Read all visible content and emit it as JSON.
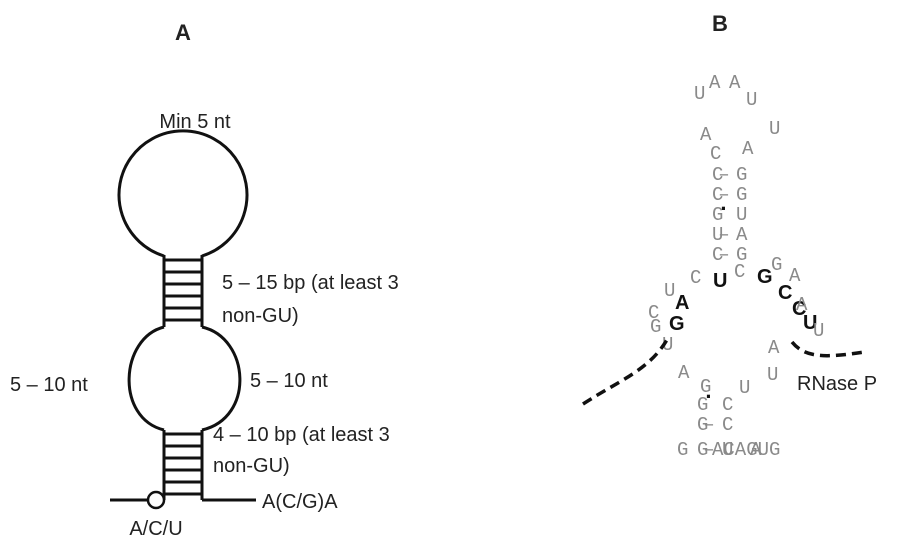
{
  "panels": {
    "a_label": "A",
    "b_label": "B"
  },
  "panel_a": {
    "loop_label": "Min 5 nt",
    "upper_stem_line1": "5 – 15 bp (at least 3",
    "upper_stem_line2": "non-GU)",
    "bulge_left": "5 – 10 nt",
    "bulge_right": "5 – 10 nt",
    "lower_stem_line1": "4 – 10 bp (at least 3",
    "lower_stem_line2": "non-GU)",
    "three_prime": "A(C/G)A",
    "base_circle": "A/C/U"
  },
  "panel_b": {
    "rnase_label": "RNase P",
    "tail": "ACAGUG",
    "nucleotides": [
      "U",
      "A",
      "A",
      "U",
      "U",
      "A",
      "A",
      "C",
      "C",
      "G",
      "C",
      "G",
      "G",
      "U",
      "U",
      "A",
      "C",
      "G",
      "C",
      "U",
      "C",
      "G",
      "G",
      "A",
      "U",
      "A",
      "G",
      "C",
      "C",
      "U",
      "U",
      "C",
      "G",
      "A",
      "A",
      "U",
      "A",
      "G",
      "U",
      "U",
      "G",
      "C",
      "G",
      "C",
      "G",
      "G",
      "U",
      "A"
    ],
    "bonds": [
      "–",
      "–",
      "·",
      "–",
      "–",
      "·",
      "–",
      "–",
      "–"
    ]
  }
}
